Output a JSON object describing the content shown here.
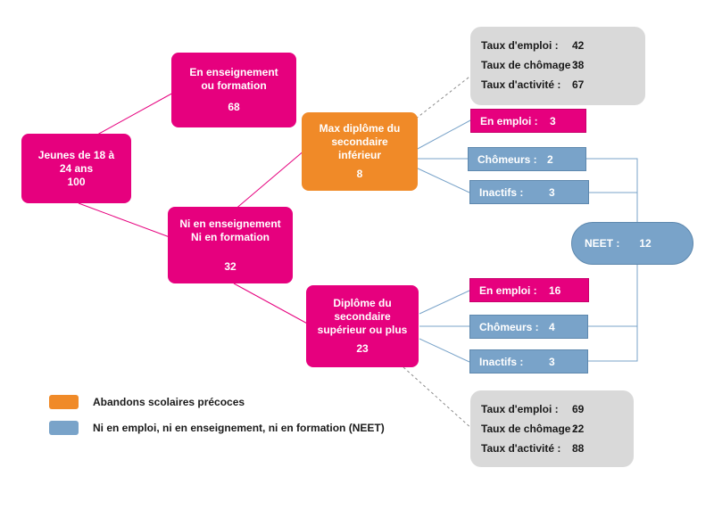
{
  "colors": {
    "pink": "#e6007e",
    "orange": "#f08a28",
    "blue": "#79a3c9",
    "grey": "#d9d9d9"
  },
  "root": {
    "label": "Jeunes de 18 à 24 ans",
    "value": "100"
  },
  "in_education": {
    "label": "En enseignement ou formation",
    "value": "68"
  },
  "not_in_education": {
    "label": "Ni en enseignement Ni en formation",
    "value": "32"
  },
  "lower_secondary": {
    "label": "Max diplôme du secondaire inférieur",
    "value": "8"
  },
  "upper_secondary": {
    "label": "Diplôme du secondaire supérieur ou plus",
    "value": "23"
  },
  "lower_outcomes": [
    {
      "label": "En emploi :",
      "value": "3",
      "color": "pink"
    },
    {
      "label": "Chômeurs :",
      "value": "2",
      "color": "blue"
    },
    {
      "label": "Inactifs :",
      "value": "3",
      "color": "blue"
    }
  ],
  "upper_outcomes": [
    {
      "label": "En emploi :",
      "value": "16",
      "color": "pink"
    },
    {
      "label": "Chômeurs :",
      "value": "4",
      "color": "blue"
    },
    {
      "label": "Inactifs :",
      "value": "3",
      "color": "blue"
    }
  ],
  "neet": {
    "label": "NEET :",
    "value": "12"
  },
  "stats_lower": [
    {
      "label": "Taux d'emploi :",
      "value": "42"
    },
    {
      "label": "Taux de chômage :",
      "value": "38"
    },
    {
      "label": "Taux d'activité :",
      "value": "67"
    }
  ],
  "stats_upper": [
    {
      "label": "Taux d'emploi :",
      "value": "69"
    },
    {
      "label": "Taux de chômage :",
      "value": "22"
    },
    {
      "label": "Taux d'activité :",
      "value": "88"
    }
  ],
  "legend": [
    {
      "label": "Abandons scolaires précoces",
      "color": "orange"
    },
    {
      "label": "Ni en emploi, ni en enseignement, ni en formation (NEET)",
      "color": "blue"
    }
  ]
}
